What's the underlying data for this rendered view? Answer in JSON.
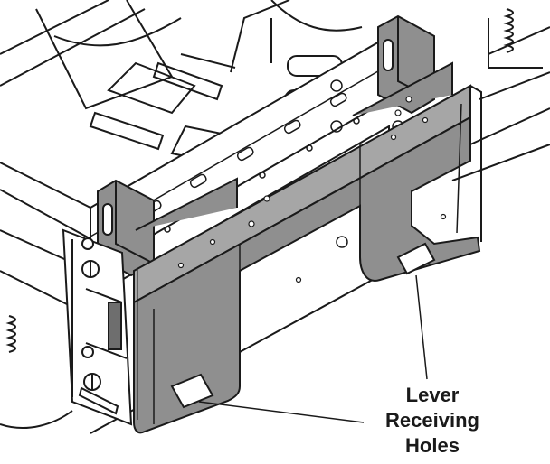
{
  "callout": {
    "line1": "Lever",
    "line2": "Receiving",
    "line3": "Holes"
  },
  "colors": {
    "plate_face": "#8f8f8f",
    "plate_side": "#6e6e6e",
    "plate_edge": "#a6a6a6",
    "line": "#1a1a1a",
    "background": "#ffffff"
  }
}
